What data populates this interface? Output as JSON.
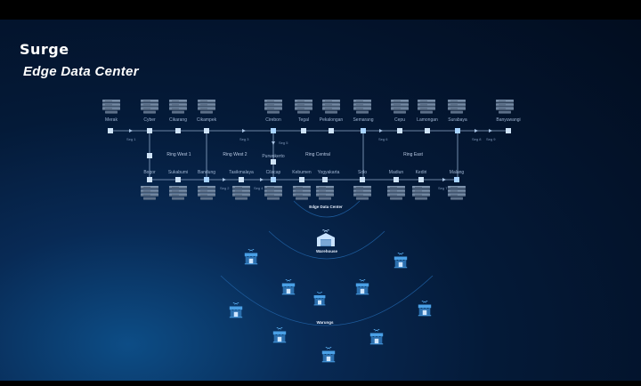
{
  "brand": {
    "logo": "Surge",
    "title": "Edge Data Center"
  },
  "cities_top": [
    "Merak",
    "Cyber",
    "Cikarang",
    "Cikampek",
    "Cirebon",
    "Tegal",
    "Pekalongan",
    "Semarang",
    "Cepu",
    "Lamongan",
    "Surabaya",
    "Banyuwangi"
  ],
  "cities_bottom": [
    "Bogor",
    "Sukabumi",
    "Bandung",
    "Tasikmalaya",
    "Cilacap",
    "Kebumen",
    "Yogyakarta",
    "Solo",
    "Madiun",
    "Kediri",
    "Malang"
  ],
  "purwokerto": "Purwokerto",
  "rings": [
    "Ring West 1",
    "Ring West 2",
    "Ring Central",
    "Ring East"
  ],
  "segments": [
    "Seg 1",
    "Seg 3",
    "Seg 5",
    "Seg 6",
    "Seg 8",
    "Seg 9",
    "Seg 2",
    "Seg 4",
    "Seg 7"
  ],
  "edge_label": "Edge Data Center",
  "warehouse_label": "Warehouse",
  "warungs_label": "Warungs",
  "colors": {
    "accent": "#a9d4ff",
    "line": "#8fa9c9",
    "node": "#cfe3f7",
    "icon": "#6a7f99",
    "shop": "#5aaef0"
  }
}
